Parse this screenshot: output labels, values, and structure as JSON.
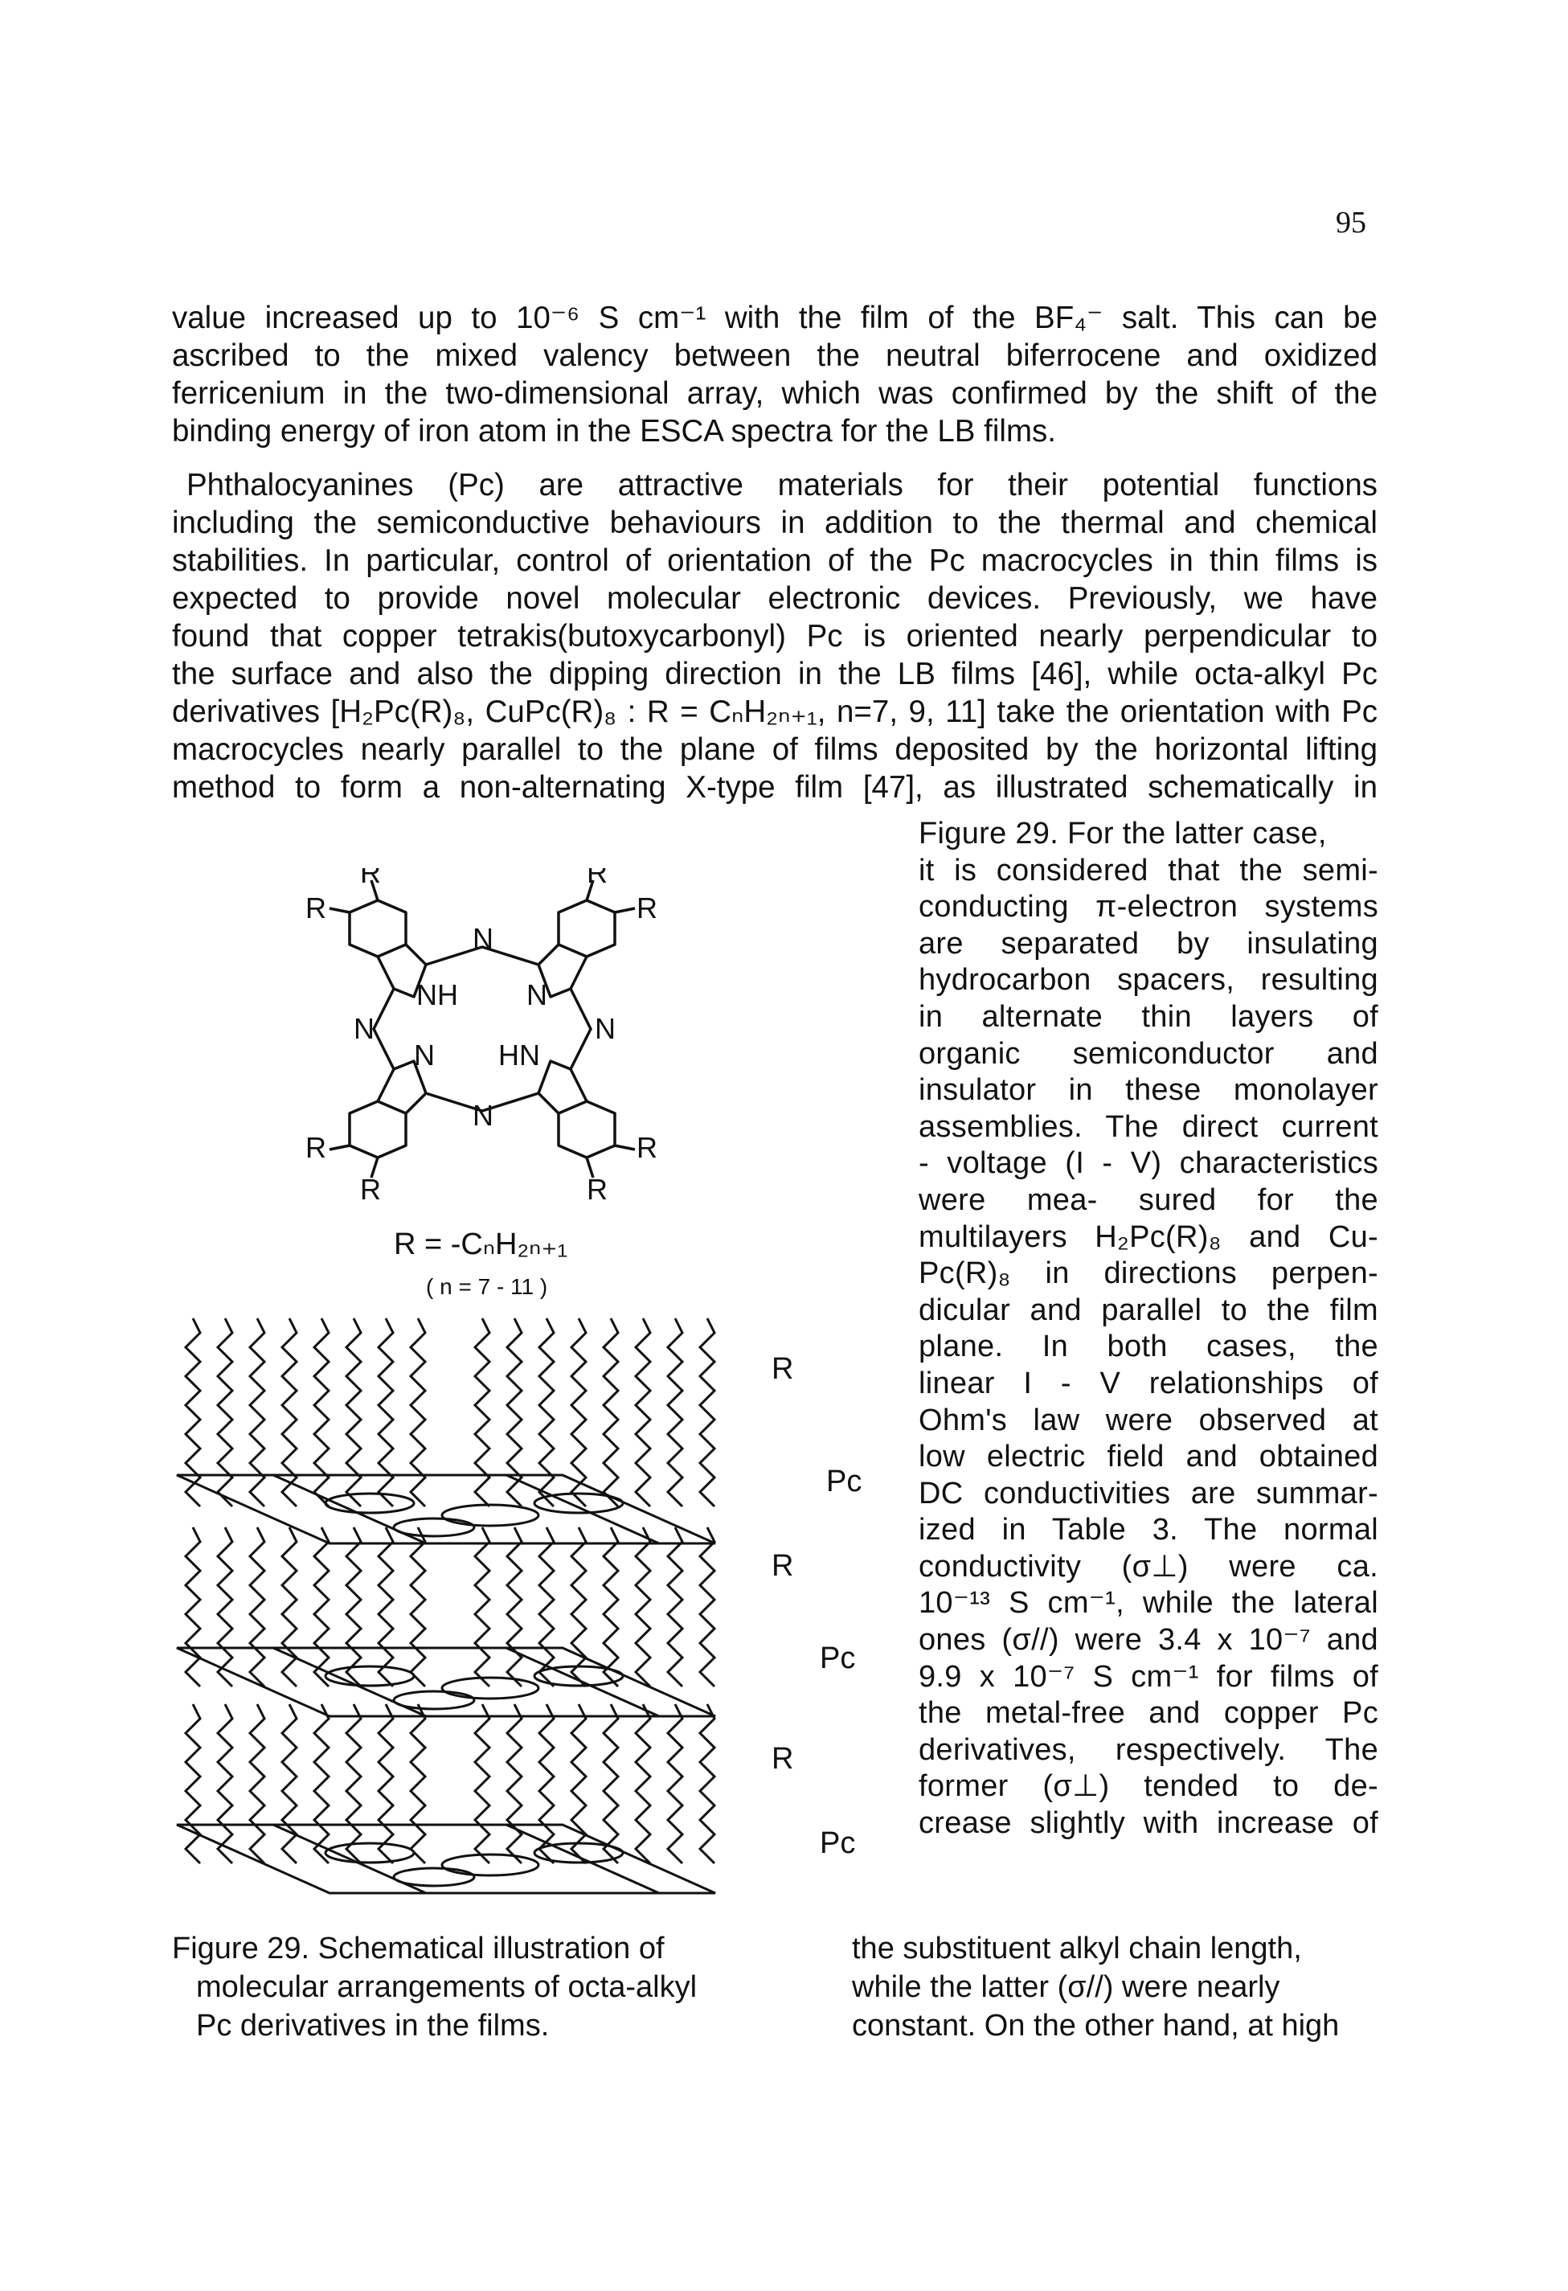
{
  "page_number": "95",
  "paragraph1": [
    "value increased up to 10⁻⁶ S cm⁻¹ with the film of the BF₄⁻ salt. This can be",
    "ascribed to the mixed valency between the neutral biferrocene and oxidized",
    "ferricenium in the two-dimensional array, which was confirmed by the shift of the",
    "binding energy of iron atom in the ESCA spectra for the LB films."
  ],
  "paragraph2": [
    "Phthalocyanines (Pc) are attractive materials for their potential functions",
    "including the semiconductive behaviours in addition to the thermal and chemical",
    "stabilities. In particular, control of orientation of the Pc macrocycles in thin films is",
    "expected to provide novel molecular electronic devices. Previously, we have",
    "found that copper tetrakis(butoxycarbonyl) Pc is oriented nearly perpendicular to",
    "the surface and also the dipping direction in the LB films [46], while octa-alkyl Pc",
    "derivatives [H₂Pc(R)₈, CuPc(R)₈ : R = CₙH₂ₙ₊₁, n=7, 9, 11] take the orientation with Pc",
    "macrocycles nearly parallel to the plane of films deposited by the horizontal lifting",
    "method to form a non-alternating X-type film [47], as illustrated schematically in"
  ],
  "side_column": [
    "Figure 29. For the latter case,",
    "it is considered that the semi-",
    "conducting π-electron systems",
    "are separated by insulating",
    "hydrocarbon spacers, resulting",
    "in alternate thin layers of",
    "organic semiconductor and",
    "insulator in these monolayer",
    "assemblies. The direct current",
    "- voltage (I - V) characteristics",
    "were mea- sured for the",
    "multilayers H₂Pc(R)₈ and Cu-",
    "Pc(R)₈ in directions perpen-",
    "dicular and parallel to the film",
    "plane. In both cases, the",
    "linear I - V relationships of",
    "Ohm's law were observed at",
    "low electric field and obtained",
    "DC conductivities are summar-",
    "ized in Table 3. The normal",
    "conductivity (σ⊥) were ca.",
    "10⁻¹³ S cm⁻¹, while the lateral",
    "ones (σ//) were 3.4 x 10⁻⁷ and",
    "9.9 x 10⁻⁷ S cm⁻¹ for films of",
    "the metal-free and copper Pc",
    "derivatives, respectively. The",
    "former (σ⊥) tended to de-",
    "crease slightly with increase of"
  ],
  "tail_lines": [
    "the substituent alkyl chain length,",
    "while the latter (σ//) were nearly",
    "constant. On the other hand, at high"
  ],
  "figure": {
    "structure_labels": {
      "r": "R",
      "n": "N",
      "nh": "NH",
      "hn": "HN",
      "h": "H"
    },
    "formula": "R = -CₙH₂ₙ₊₁",
    "formula_range": "( n = 7 - 11 )",
    "layer_labels": [
      "R",
      "Pc",
      "R",
      "Pc",
      "R",
      "Pc"
    ]
  },
  "caption": [
    "Figure 29. Schematical illustration of",
    "molecular arrangements of octa-alkyl",
    "Pc derivatives in the films."
  ]
}
